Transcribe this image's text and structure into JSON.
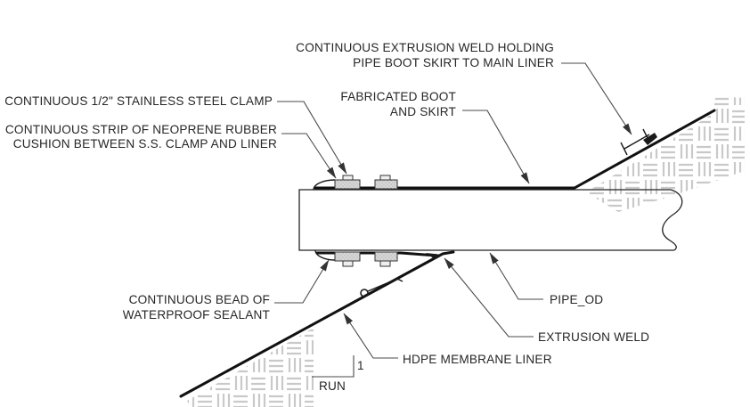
{
  "drawing": {
    "title_hint": "pipe boot penetration detail",
    "labels": {
      "weld_holding": {
        "line1": "CONTINUOUS EXTRUSION WELD HOLDING",
        "line2": "PIPE BOOT SKIRT TO MAIN LINER"
      },
      "fabricated_boot": {
        "line1": "FABRICATED BOOT",
        "line2": "AND SKIRT"
      },
      "ss_clamp": "CONTINUOUS 1/2\" STAINLESS STEEL CLAMP",
      "neoprene": {
        "line1": "CONTINUOUS STRIP OF NEOPRENE RUBBER",
        "line2": "CUSHION BETWEEN S.S. CLAMP AND LINER"
      },
      "sealant": {
        "line1": "CONTINUOUS BEAD OF",
        "line2": "WATERPROOF SEALANT"
      },
      "pipe_od": "PIPE_OD",
      "extrusion_weld": "EXTRUSION WELD",
      "hdpe_liner": "HDPE MEMBRANE LINER"
    },
    "slope_indicator": {
      "rise": "1",
      "run_label": "RUN"
    },
    "colors": {
      "background": "#ffffff",
      "drawing_line": "#1a1a1a",
      "leader_line": "#4a4a4a",
      "text": "#262626",
      "soil_hatch": "#c9c9c9",
      "clamp_fill": "#d8d8d8",
      "bolt_fill": "#efefef"
    }
  }
}
